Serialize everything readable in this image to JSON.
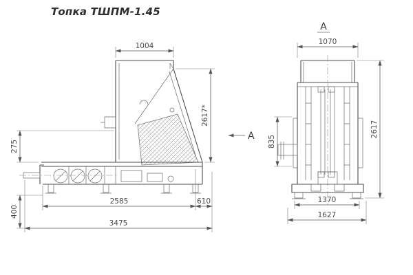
{
  "title": "Топка ТШПМ-1.45",
  "section_arrow_label": "A",
  "front_view_label": "A",
  "dims": {
    "side": {
      "top_width": "1004",
      "overall_height": "2617*",
      "left_upper": "275",
      "left_lower": "400",
      "bottom_main": "2585",
      "bottom_secondary": "610",
      "bottom_total": "3475"
    },
    "front": {
      "top_width": "1070",
      "left_height": "835",
      "right_height": "2617",
      "bottom_inner": "1370",
      "bottom_outer": "1627"
    }
  }
}
